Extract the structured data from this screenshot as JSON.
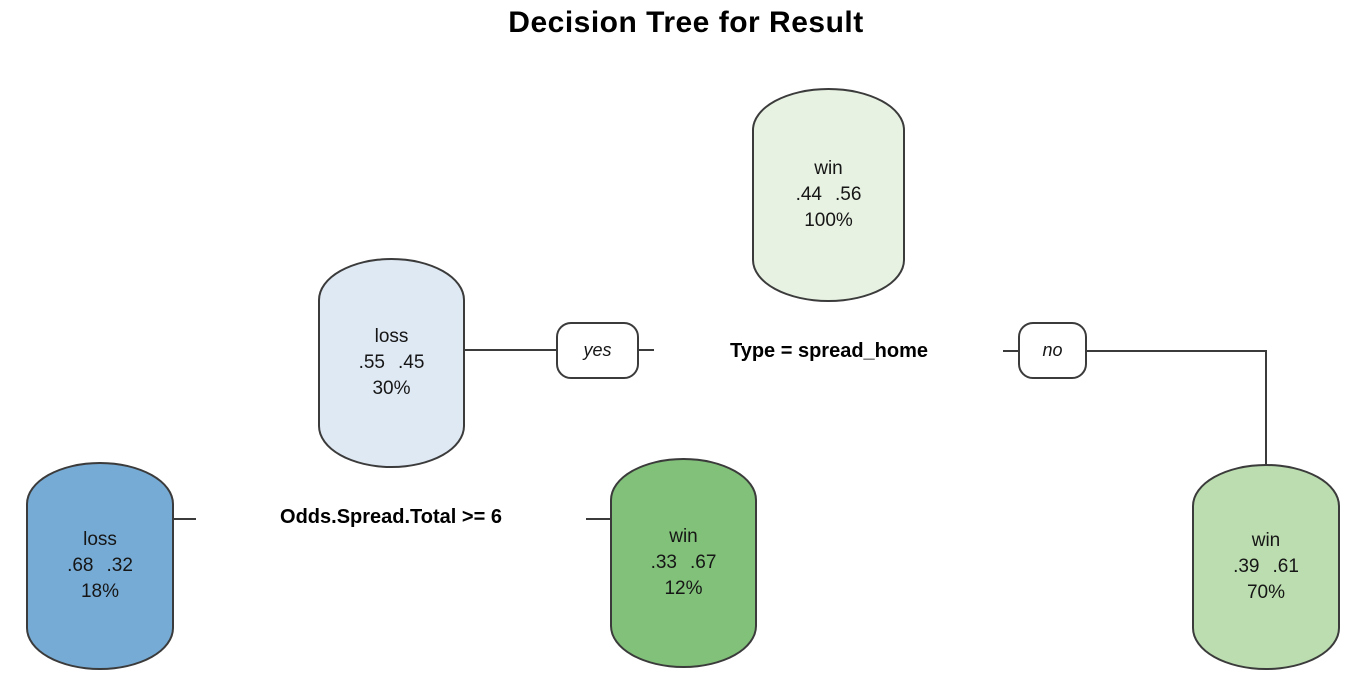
{
  "title": "Decision Tree for Result",
  "colors": {
    "background": "#ffffff",
    "node_border": "#3b3b3b",
    "edge": "#3b3b3b",
    "node_fill_root": "#E7F2E2",
    "node_fill_loss_30": "#DFE9F4",
    "node_fill_loss_18": "#76ABD5",
    "node_fill_win_12": "#81C179",
    "node_fill_win_70": "#BBDDAF"
  },
  "tree": {
    "nodes": [
      {
        "id": "root",
        "class_label": "win",
        "prob_loss": ".44",
        "prob_win": ".56",
        "coverage": "100%",
        "color": "#E7F2E2"
      },
      {
        "id": "loss-30",
        "class_label": "loss",
        "prob_loss": ".55",
        "prob_win": ".45",
        "coverage": "30%",
        "color": "#DFE9F4"
      },
      {
        "id": "leaf-loss-18",
        "class_label": "loss",
        "prob_loss": ".68",
        "prob_win": ".32",
        "coverage": "18%",
        "color": "#76ABD5"
      },
      {
        "id": "leaf-win-12",
        "class_label": "win",
        "prob_loss": ".33",
        "prob_win": ".67",
        "coverage": "12%",
        "color": "#81C179"
      },
      {
        "id": "leaf-win-70",
        "class_label": "win",
        "prob_loss": ".39",
        "prob_win": ".61",
        "coverage": "70%",
        "color": "#BBDDAF"
      }
    ],
    "splits": [
      {
        "label": "Type = spread_home",
        "yes_label": "yes",
        "no_label": "no"
      },
      {
        "label": "Odds.Spread.Total >= 6"
      }
    ]
  }
}
